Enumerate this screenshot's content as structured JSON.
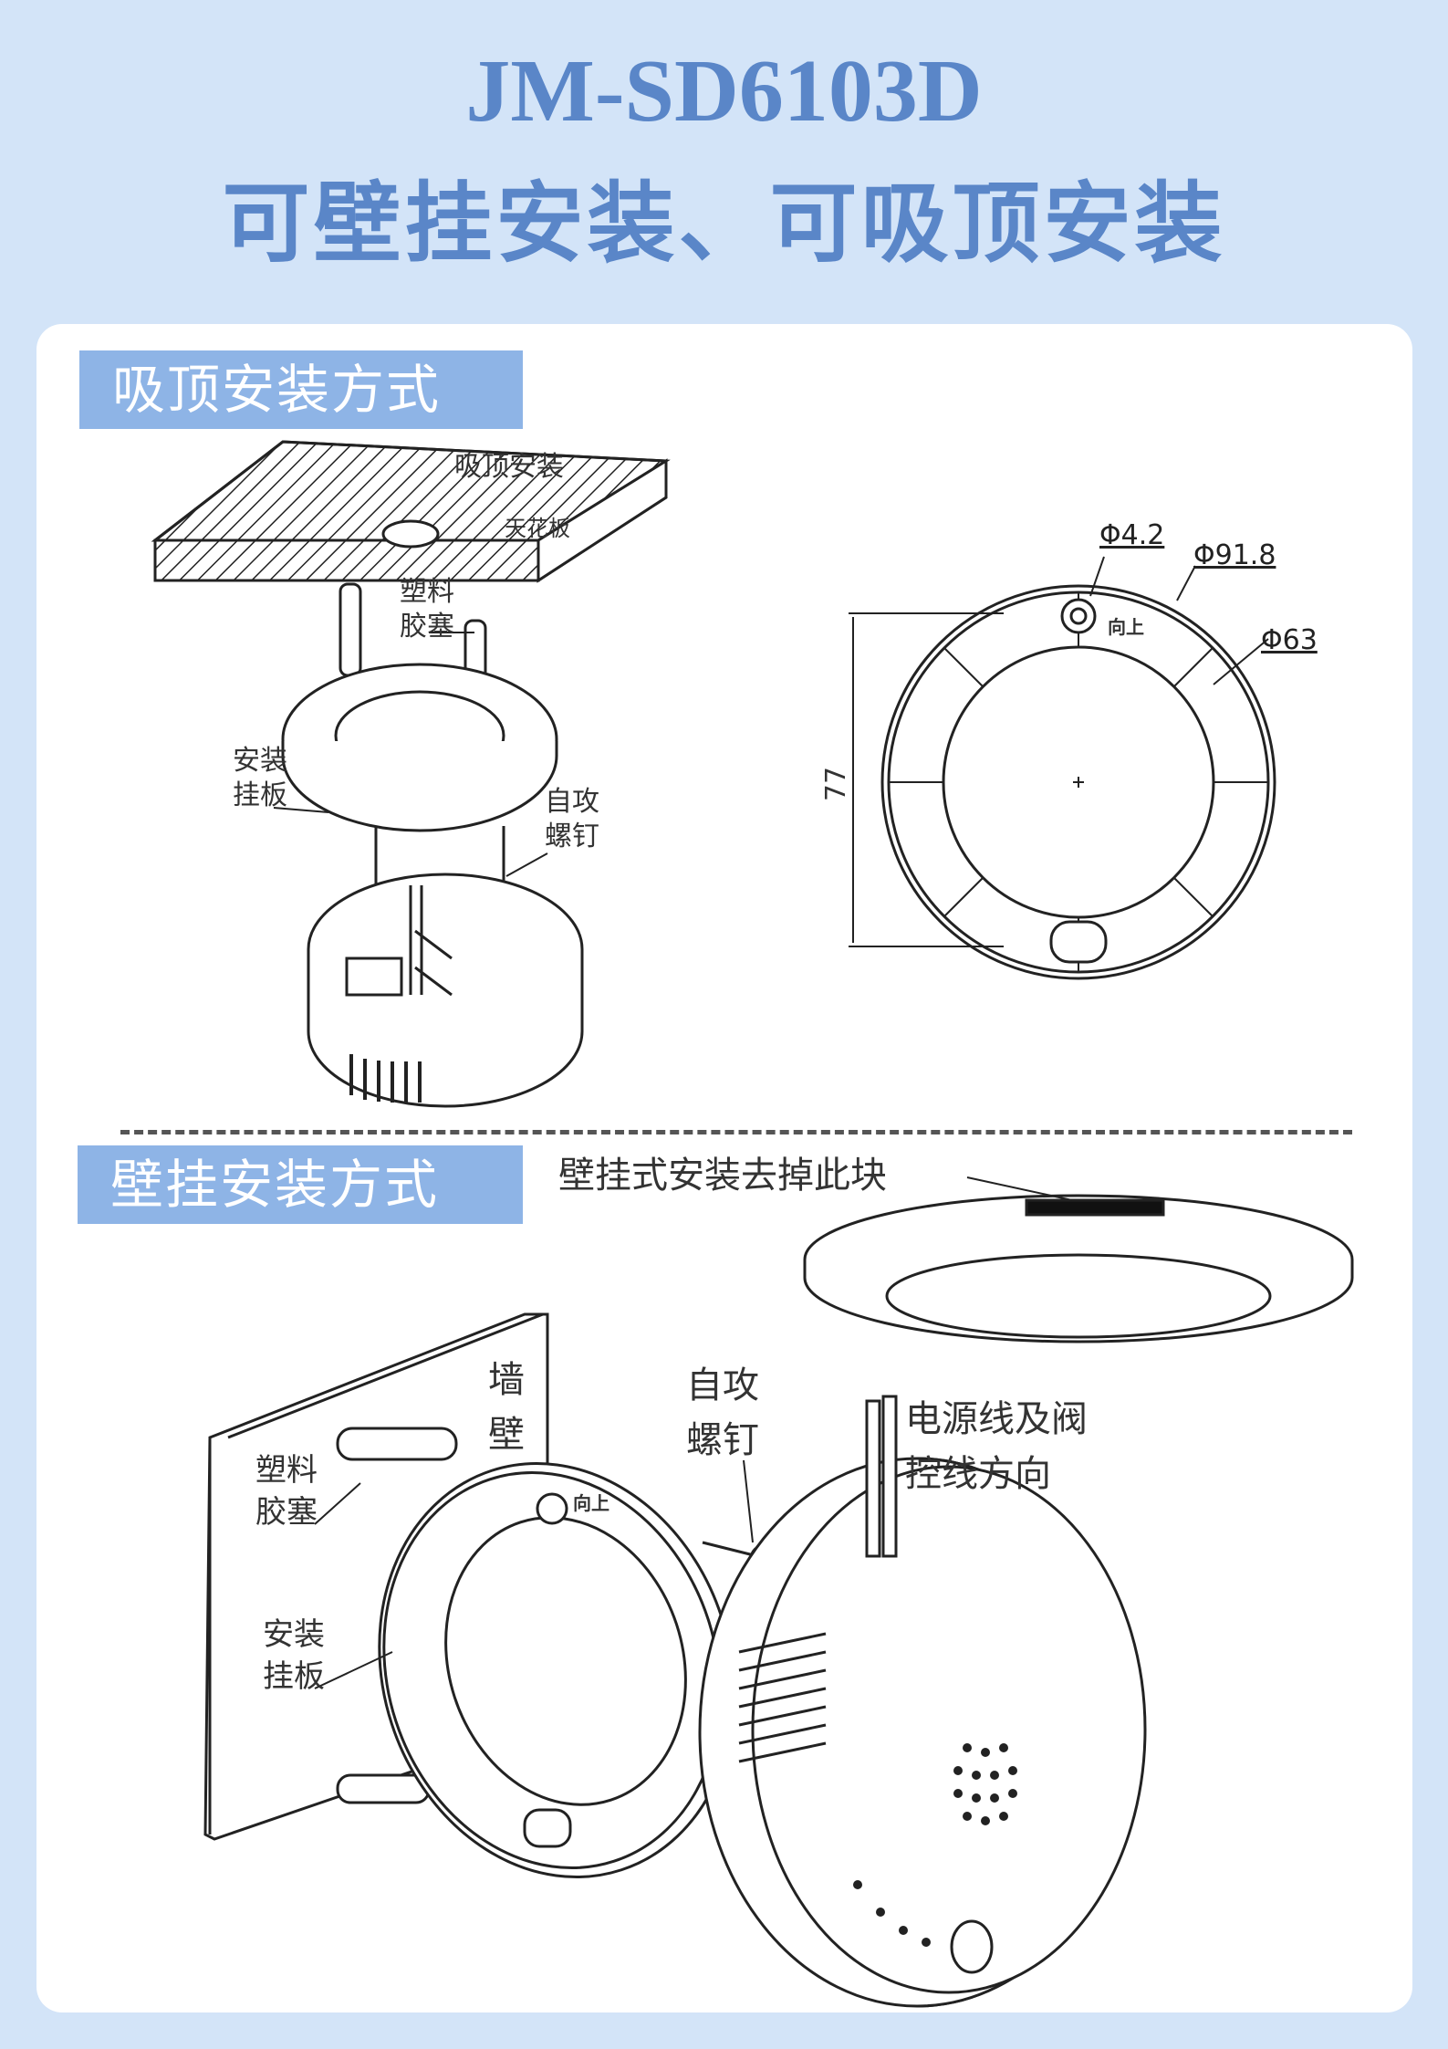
{
  "header": {
    "model": "JM-SD6103D",
    "subtitle": "可壁挂安装、可吸顶安装"
  },
  "ceiling_section": {
    "tag": "吸顶安装方式",
    "labels": {
      "ceiling_mount": "吸顶安装",
      "ceiling_board": "天花板",
      "plastic_anchor": "塑料\n胶塞",
      "mount_plate": "安装\n挂板",
      "self_tapping_screw": "自攻\n螺钉"
    },
    "dimensions": {
      "hole": "Φ4.2",
      "outer": "Φ91.8",
      "inner": "Φ63",
      "height": "77",
      "up_mark": "向上"
    }
  },
  "wall_section": {
    "tag": "壁挂安装方式",
    "labels": {
      "remove_block": "壁挂式安装去掉此块",
      "wall": "墙\n壁",
      "plastic_anchor": "塑料\n胶塞",
      "mount_plate": "安装\n挂板",
      "self_tapping_screw": "自攻\n螺钉",
      "cable_direction": "电源线及阀\n控线方向",
      "up_mark": "向上"
    }
  },
  "colors": {
    "background": "#d3e4f8",
    "title": "#5a86c8",
    "tag": "#8eb4e6",
    "line": "#222222"
  }
}
